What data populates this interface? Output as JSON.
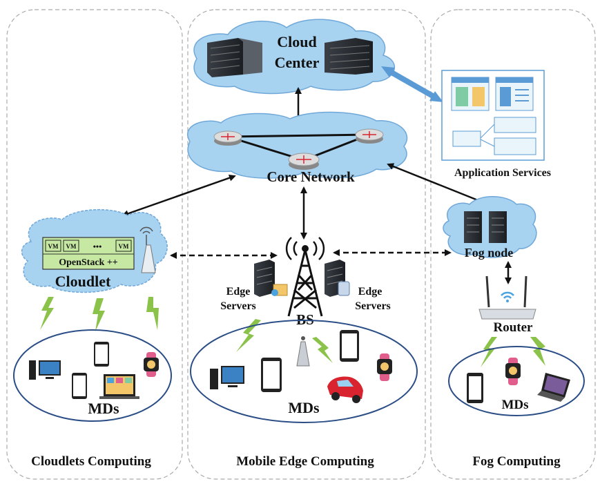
{
  "panels": {
    "cloudlet": "Cloudlets Computing",
    "mec": "Mobile Edge Computing",
    "fog": "Fog Computing"
  },
  "cloud_center": {
    "line1": "Cloud",
    "line2": "Center"
  },
  "core_network": "Core Network",
  "application_services": "Application Services",
  "cloudlet": {
    "label": "Cloudlet",
    "vm": "VM",
    "dots": "•••",
    "openstack": "OpenStack ++"
  },
  "bs": "BS",
  "edge_left": {
    "line1": "Edge",
    "line2": "Servers"
  },
  "edge_right": {
    "line1": "Edge",
    "line2": "Servers"
  },
  "fog_node": "Fog node",
  "router": "Router",
  "mds": {
    "cloudlet": "MDs",
    "mec": "MDs",
    "fog": "MDs"
  },
  "colors": {
    "cloud_fill": "#a7d2f0",
    "accent_blue": "#5b9bd5",
    "lightning": "#8bc34a",
    "openstack_fill": "#c6e8a2",
    "car": "#d9232e"
  }
}
